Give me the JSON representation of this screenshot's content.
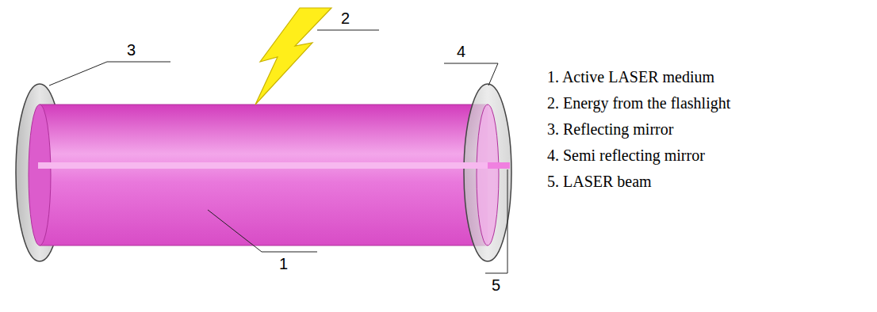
{
  "diagram": {
    "labels": [
      "2",
      "3",
      "4",
      "1",
      "5",
      "1. Active LASER medium",
      "2. Energy from the flashlight",
      "3. Reflecting mirror",
      "4. Semi reflecting mirror",
      "5. LASER beam"
    ]
  }
}
